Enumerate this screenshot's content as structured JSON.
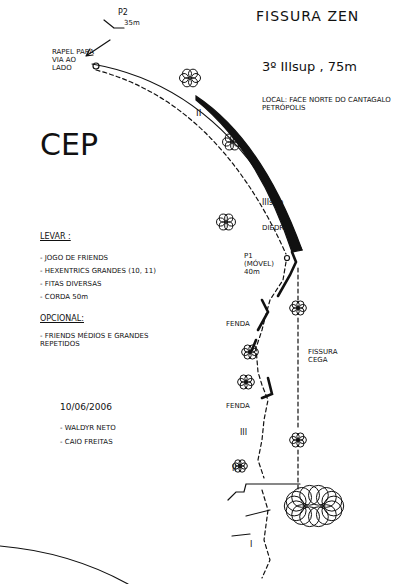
{
  "diagram": {
    "title": "FISSURA ZEN",
    "labels": [
      "P2",
      "35m",
      "RAPEL PARA VIA AO LADO",
      "3º IIIsup , 75m",
      "LOCAL: FACE NORTE DO CANTAGALO PETRÓPOLIS",
      "CEP",
      "LEVAR :",
      "- JOGO DE FRIENDS",
      "- HEXENTRICS GRANDES (10, 11)",
      "- FITAS DIVERSAS",
      "- CORDA 50m",
      "OPCIONAL:",
      "- FRIENDS MÉDIOS E GRANDES REPETIDOS",
      "10/06/2006",
      "- WALDYR NETO",
      "- CAIO FREITAS",
      "II",
      "IIIsup",
      "DIEDRO",
      "P1 (MÓVEL) 40m",
      "FENDA",
      "FISSURA CEGA",
      "FENDA",
      "III",
      "II",
      "I"
    ]
  }
}
